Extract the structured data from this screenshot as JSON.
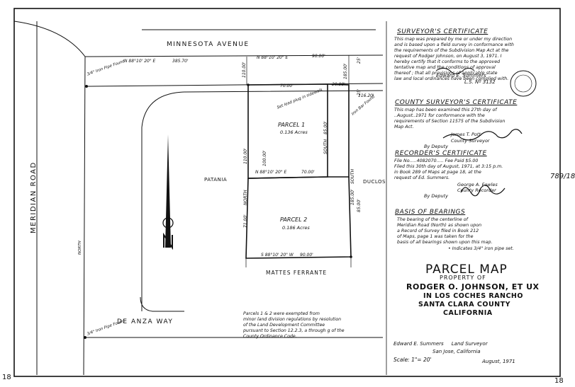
{
  "sheet": {
    "margin_numbers": [
      "18",
      "18"
    ],
    "page_ref": "789/18"
  },
  "streets": {
    "minnesota": "MINNESOTA AVENUE",
    "meridian": "MERIDIAN ROAD",
    "de_anza": "DE ANZA WAY",
    "north": "NORTH"
  },
  "neighbors": {
    "patania": "PATANIA",
    "duclos": "DUCLOS",
    "mattes_ferrante": "MATTES FERRANTE"
  },
  "parcels": {
    "p1_name": "PARCEL 1",
    "p1_area": "0.136 Acres",
    "p2_name": "PARCEL 2",
    "p2_area": "0.186 Acres"
  },
  "bearings": {
    "top_line": "N 88°10' 20\" E",
    "top_dist": "385.70'",
    "top_line2": "N 88°10' 20\" E",
    "top_dist2": "90.00'",
    "p1_top_70": "70.00'",
    "p1_top_20": "20.00'",
    "mid_line": "N 88°10' 20\" E",
    "mid_dist": "70.00'",
    "bottom_line": "S 88°10' 20\" W",
    "bottom_dist": "90.00'",
    "left_north": "NORTH",
    "left_110": "110.00'",
    "left_71": "71.00'",
    "right_south": "SOUTH",
    "right_185": "185.00'",
    "inner_south": "SOUTH",
    "inner_85": "85.00'",
    "west_100": "100.00'",
    "dist_25a": "25'",
    "dist_25b": "25'",
    "dist_110": "110.00'",
    "dist_185": "185.00'",
    "dist_116": "116.20'",
    "dist_85": "85.00'",
    "lead_plug": "Set lead plug in sidewalk",
    "iron_pipe": "Iron Bar Found",
    "iron_pipe2": "3/4\" Iron Pipe Found",
    "iron_pipe3": "3/4\" Iron Pipe Found"
  },
  "certs": {
    "surveyor_title": "SURVEYOR'S CERTIFICATE",
    "surveyor_body": "This map was prepared by me or under my direction\nand is based upon a field survey in conformance with\nthe requirements of the Subdivision Map Act at the\nrequest of Rodger Johnson, on August 3, 1971. I\nhereby certify that it conforms to the approved\ntentative map and the conditions of approval\nthereof ; that all provisions of applicable state\nlaw and local ordinances have been complied with.",
    "surveyor_sig": "Edward E. Summers",
    "surveyor_ls": "L.S. Nº 3132",
    "county_title": "COUNTY SURVEYOR'S CERTIFICATE",
    "county_body": "This map has been examined this 27th day of\n..August..1971 for conformance with the\nrequirements of Section 11575 of the Subdivision\nMap Act.",
    "county_name": "James T. Pott",
    "county_role": "County Surveyor",
    "county_by": "By Deputy",
    "recorder_title": "RECORDER'S CERTIFICATE",
    "recorder_body": "File No.....4082070..... Fee Paid $5.00\nFiled this 30th day of August, 1971, at 3:15 p.m.\nin Book 289 of Maps at page 18, at the\nrequest of Ed. Summers.",
    "recorder_name": "George A. Fowles",
    "recorder_role": "County Recorder",
    "recorder_by": "By Deputy",
    "basis_title": "BASIS OF BEARINGS",
    "basis_body": "The bearing of the centerline of\nMeridian Road (North) as shown upon\na Record of Survey filed in Book 212\nof Maps, page 1 was taken for the\nbasis of all bearings shown upon this map.",
    "basis_note": "• Indicates 3/4\" iron pipe set."
  },
  "title_block": {
    "main": "PARCEL MAP",
    "property_of": "PROPERTY OF",
    "owner": "RODGER O. JOHNSON, ET UX",
    "in": "IN LOS COCHES RANCHO",
    "county": "SANTA CLARA COUNTY",
    "state": "CALIFORNIA"
  },
  "notes": {
    "exemption": "Parcels 1 & 2 were exempted from\nminor land division regulations by resolution\nof the Land Development Committee\npursuant to Section 12.2.3, a through g of the\nCounty Ordinance Code."
  },
  "footer": {
    "surveyor": "Edward E. Summers     Land Surveyor",
    "city": "San Jose, California",
    "scale": "Scale: 1\"= 20'",
    "date": "August, 1971"
  }
}
